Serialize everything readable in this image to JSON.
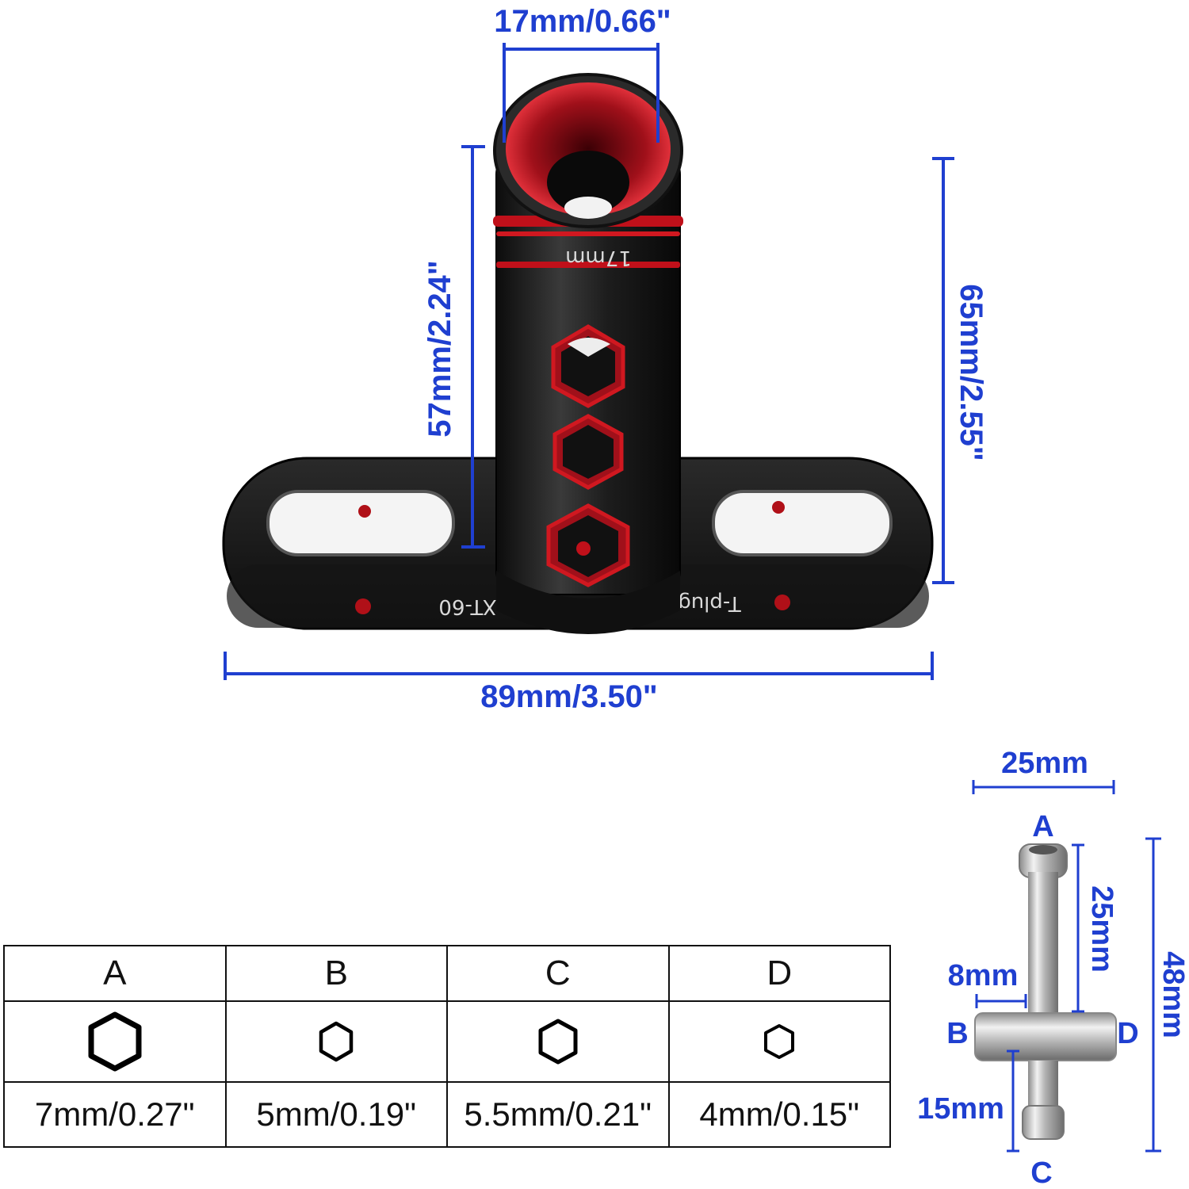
{
  "wrench": {
    "top_width_label": "17mm/0.66\"",
    "socket_height_label": "57mm/2.24\"",
    "total_height_label": "65mm/2.55\"",
    "base_width_label": "89mm/3.50\"",
    "socket_engraving": "17mm",
    "left_slot_engraving": "XT-60",
    "right_slot_engraving": "T-plug",
    "colors": {
      "dimension": "#1f3fd0",
      "body": "#1a1a1a",
      "accent": "#c0101a"
    }
  },
  "cross_wrench": {
    "width_label": "25mm",
    "upper_arm_label": "25mm",
    "total_height_label": "48mm",
    "arm_diameter_label": "8mm",
    "lower_arm_label": "15mm",
    "end_labels": {
      "a": "A",
      "b": "B",
      "c": "C",
      "d": "D"
    }
  },
  "size_table": {
    "columns": [
      {
        "letter": "A",
        "size": "7mm/0.27\""
      },
      {
        "letter": "B",
        "size": "5mm/0.19\""
      },
      {
        "letter": "C",
        "size": "5.5mm/0.21\""
      },
      {
        "letter": "D",
        "size": "4mm/0.15\""
      }
    ]
  }
}
